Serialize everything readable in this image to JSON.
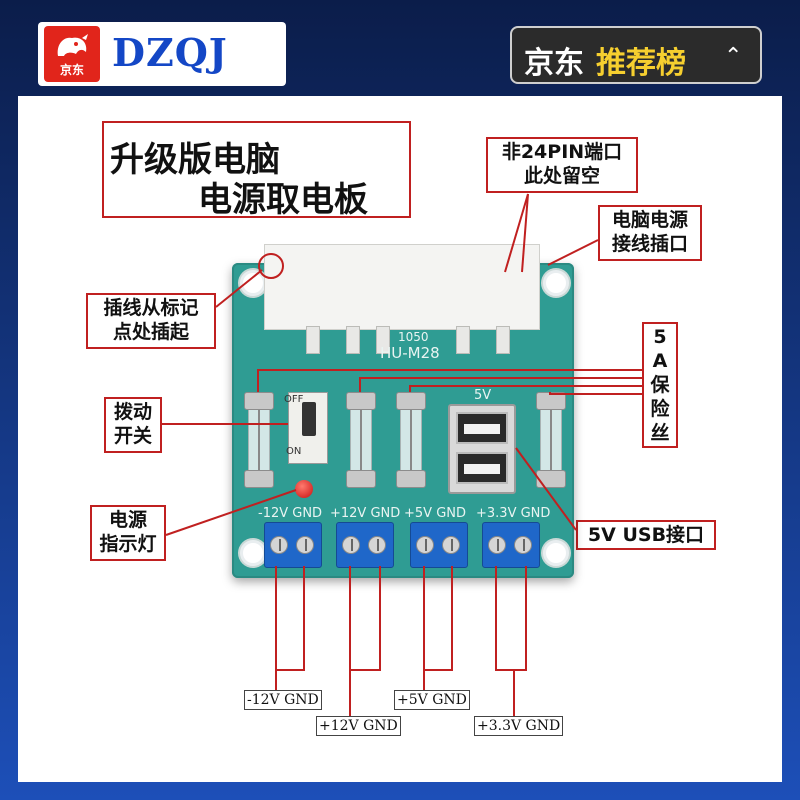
{
  "header": {
    "shop_logo_text": "京东",
    "brand": "DZQJ",
    "rank_part1": "京东",
    "rank_part2": "推荐榜",
    "rank_icon": "double-chevron-up-icon"
  },
  "title": {
    "line1": "升级版电脑",
    "line2": "电源取电板"
  },
  "callouts": {
    "no24pin_line1": "非24PIN端口",
    "no24pin_line2": "此处留空",
    "atx_line1": "电脑电源",
    "atx_line2": "接线插口",
    "insert_line1": "插线从标记",
    "insert_line2": "点处插起",
    "switch_line1": "拨动",
    "switch_line2": "开关",
    "fuse_chars": [
      "5",
      "A",
      "保",
      "险",
      "丝"
    ],
    "power_led_line1": "电源",
    "power_led_line2": "指示灯",
    "usb": "5V USB接口"
  },
  "board": {
    "connector_code": "1050",
    "connector_model": "HU-M28",
    "switch_off": "OFF",
    "switch_on": "ON",
    "usb_silk": "5V",
    "rails": [
      "-12V GND",
      "+12V GND",
      "+5V GND",
      "+3.3V GND"
    ]
  },
  "outputs": {
    "m12": "-12V GND",
    "p12": "+12V GND",
    "p5": "+5V GND",
    "p33": "+3.3V GND"
  },
  "colors": {
    "background_top": "#0b1d4a",
    "background_bottom": "#1d4fb8",
    "pcb": "#2f9c93",
    "callout_lines": "#c02020",
    "terminal": "#1f67c9",
    "brand": "#1447c6",
    "rank_highlight": "#f6cf2f"
  }
}
